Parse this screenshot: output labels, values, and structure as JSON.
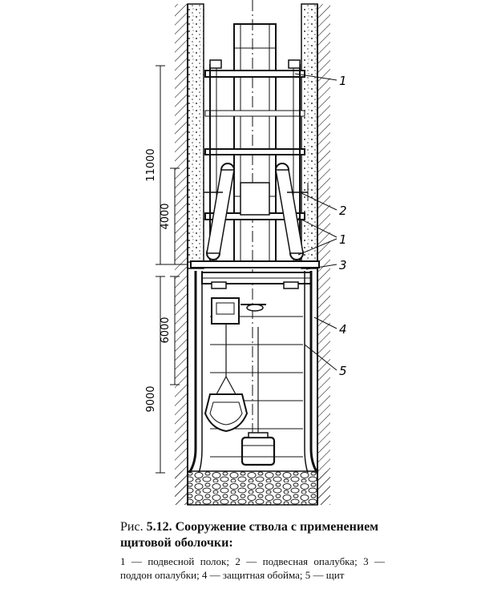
{
  "dimensions": [
    {
      "label": "11000"
    },
    {
      "label": "4000"
    },
    {
      "label": "6000"
    },
    {
      "label": "9000"
    }
  ],
  "callouts": [
    {
      "label": "1"
    },
    {
      "label": "2"
    },
    {
      "label": "1"
    },
    {
      "label": "3"
    },
    {
      "label": "4"
    },
    {
      "label": "5"
    }
  ],
  "caption": {
    "lead": "Рис.",
    "title": "5.12. Сооружение ствола с применением щитовой оболочки:",
    "legend": "1 — подвесной полок; 2 — подвесная опалубка; 3 — поддон опалубки; 4 — защитная обойма; 5 — щит"
  }
}
